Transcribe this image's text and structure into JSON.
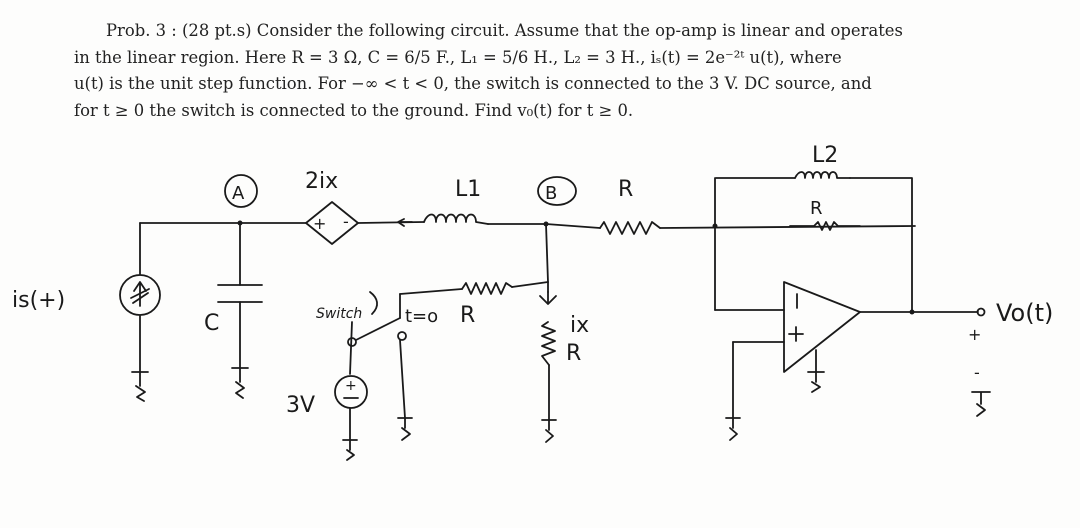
{
  "problem": {
    "lines": [
      "Prob. 3 : (28 pt.s) Consider the following circuit. Assume that the op-amp is linear and operates",
      "in the linear region. Here R = 3 Ω, C = 6/5 F., L₁ = 5/6 H., L₂ = 3 H., iₛ(t) = 2e⁻²ᵗ u(t), where",
      "u(t) is the unit step function. For −∞ < t < 0, the switch is connected to the 3 V. DC source, and",
      "for t ≥ 0 the switch is connected to the ground. Find v₀(t) for t ≥ 0."
    ]
  },
  "circuit": {
    "labels": {
      "source_current": "is(+)",
      "capacitor": "C",
      "dependent_source": "2ix",
      "node_a": "A",
      "inductor_l1": "L1",
      "node_b": "B",
      "resistor_r_top": "R",
      "resistor_r_switch": "R",
      "switch_label": "Switch",
      "switch_time": "t=o",
      "dc_source": "3V",
      "branch_current": "ix",
      "resistor_r_branch": "R",
      "inductor_l2": "L2",
      "resistor_r_feedback": "R",
      "output": "Vo(t)"
    }
  }
}
